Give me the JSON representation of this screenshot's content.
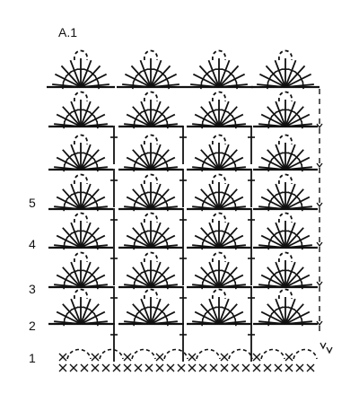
{
  "diagram": {
    "title": "A.1",
    "row_labels": [
      "1",
      "2",
      "3",
      "4",
      "5"
    ],
    "repeats_per_row": 4,
    "fan_rows": 7,
    "symbols": {
      "chain": "dashed-arc",
      "treble": "crossed-stroke",
      "single_crochet": "x-mark",
      "fan": "half-circle-of-trebles",
      "increase_mark": "v-mark",
      "repeat_indicator": "dashed-vertical-line"
    },
    "colors": {
      "ink": "#111111",
      "background": "#ffffff"
    }
  }
}
